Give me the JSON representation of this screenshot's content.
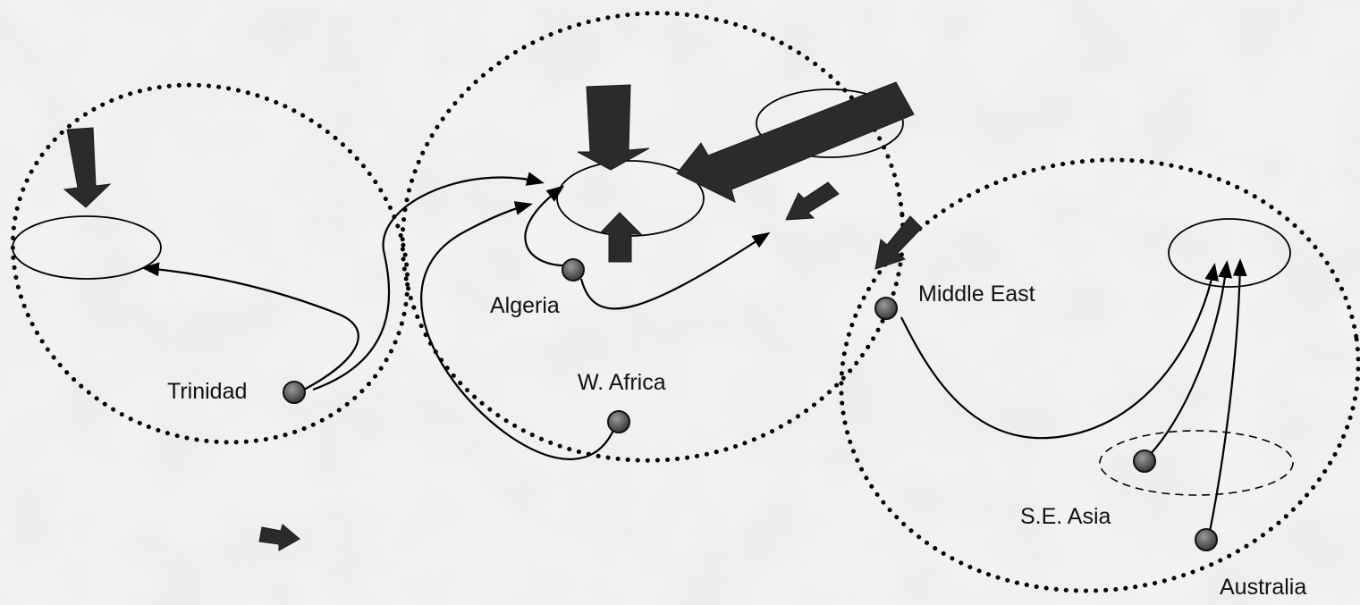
{
  "labels": {
    "trinidad": "Trinidad",
    "algeria": "Algeria",
    "w_africa": "W. Africa",
    "middle_east": "Middle East",
    "se_asia": "S.E. Asia",
    "australia": "Australia"
  },
  "colors": {
    "background": "#f2f2f2",
    "land_texture": "#cfcfcf",
    "flow_arrow": "#2b2b2b",
    "source_dot": "#555555",
    "line": "#000000"
  },
  "icons": {
    "source": "gas-source-dot-icon",
    "import_flow": "import-flow-arrow-icon"
  }
}
